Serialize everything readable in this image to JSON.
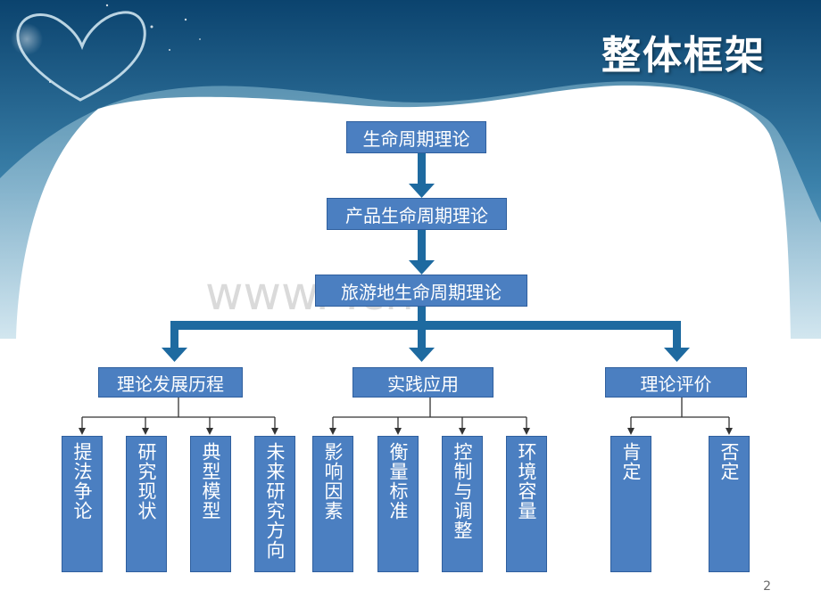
{
  "title": "整体框架",
  "watermark": "www.      .cn",
  "page_number": "2",
  "chain": [
    "生命周期理论",
    "产品生命周期理论",
    "旅游地生命周期理论"
  ],
  "branches": [
    {
      "label": "理论发展历程",
      "leaves": [
        "提法争论",
        "研究现状",
        "典型模型",
        "未来研究方向"
      ]
    },
    {
      "label": "实践应用",
      "leaves": [
        "影响因素",
        "衡量标准",
        "控制与调整",
        "环境容量"
      ]
    },
    {
      "label": "理论评价",
      "leaves": [
        "肯定",
        "否定"
      ]
    }
  ],
  "colors": {
    "box_fill": "#4b7fc1",
    "arrow": "#1e6aa0",
    "header_top": "#0d4a78"
  },
  "decor": {
    "heart": "heart-outline"
  }
}
